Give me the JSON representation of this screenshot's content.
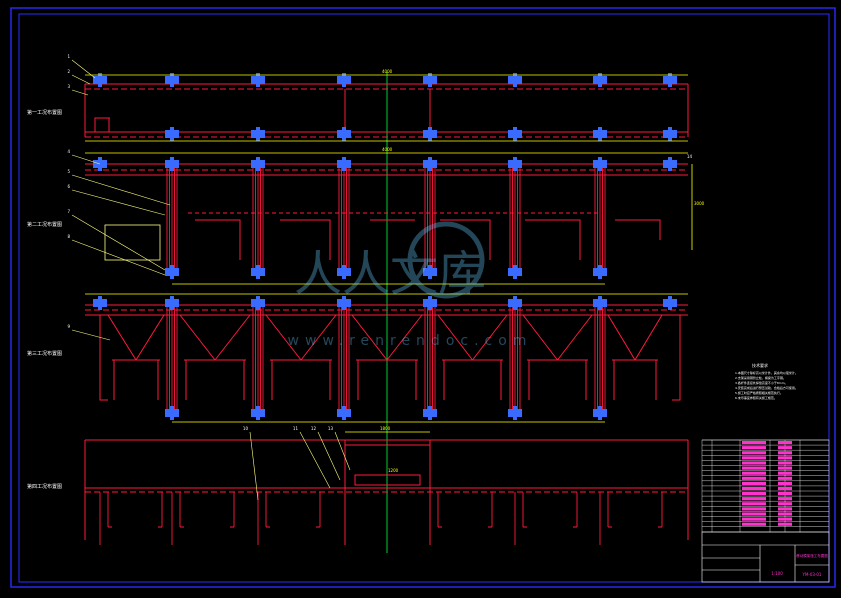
{
  "colors": {
    "background": "#000000",
    "frame": "#2b2bff",
    "structure": "#ff1a3c",
    "dimension": "#ffff00",
    "column_head": "#3a6bff",
    "centerline": "#00cc33",
    "leader": "#ffff80",
    "annotation": "#ffffff",
    "table_fill": "#ff33cc"
  },
  "watermark": {
    "text": "人人文库",
    "url": "www.renrendoc.com"
  },
  "section_labels": [
    "第一工况布置图",
    "第二工况布置图",
    "第三工况布置图",
    "第四工况布置图"
  ],
  "dimensions": {
    "span_top": "4000",
    "span_mid": "4000",
    "height_mid": "3000",
    "gap_bottom": "1800",
    "sub_bottom": "1200"
  },
  "callouts": [
    "1",
    "2",
    "3",
    "4",
    "5",
    "6",
    "7",
    "8",
    "9",
    "10",
    "11",
    "12",
    "13",
    "14"
  ],
  "notes": {
    "heading": "技术要求",
    "lines": [
      "1.本图尺寸除标高以米计外，其余均以毫米计。",
      "2.支架采用钢管立柱，横梁为工字钢。",
      "3.各杆件连接处焊缝高度不小于8mm。",
      "4.安装完成后进行预压试验，合格后方可使用。",
      "5.施工时应严格按照相关规范执行。",
      "6.未尽事宜参照有关施工规范。"
    ]
  },
  "title_block": {
    "drawing_name": "移动模架施工布置图",
    "drawing_no": "YM-03-01",
    "scale": "1:100"
  }
}
